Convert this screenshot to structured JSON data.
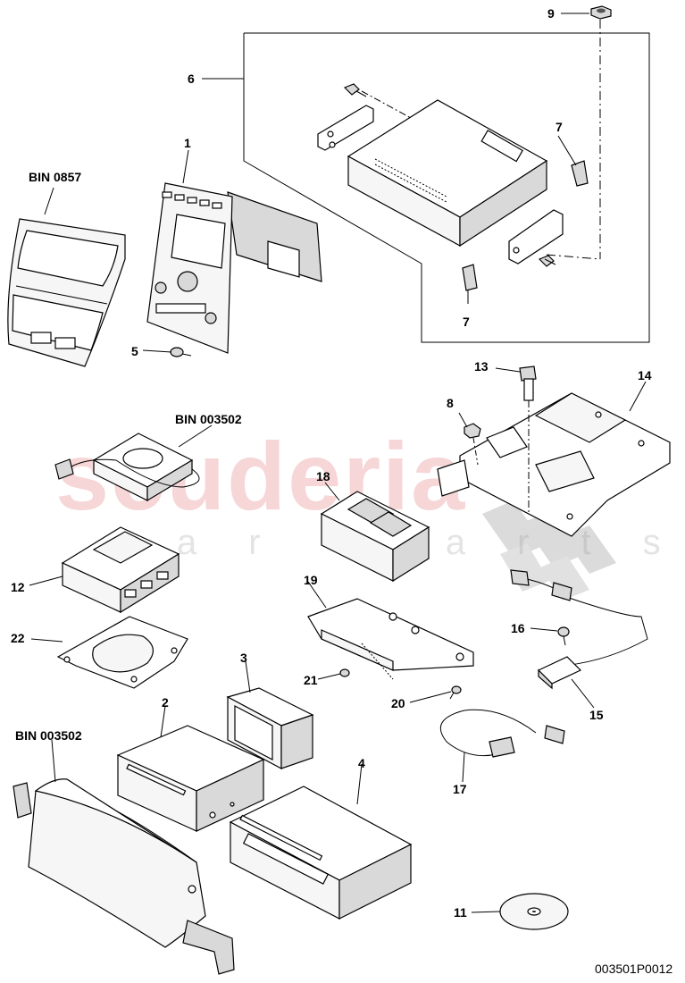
{
  "diagram": {
    "watermark": {
      "main": "scuderia",
      "sub": "car parts"
    },
    "document_number": "003501P0012",
    "labels": {
      "bin_0857": "BIN 0857",
      "bin_003502_upper": "BIN 003502",
      "bin_003502_lower": "BIN 003502",
      "n1": "1",
      "n2": "2",
      "n3": "3",
      "n4": "4",
      "n5": "5",
      "n6": "6",
      "n7a": "7",
      "n7b": "7",
      "n8": "8",
      "n9": "9",
      "n11": "11",
      "n12": "12",
      "n13": "13",
      "n14": "14",
      "n15": "15",
      "n16": "16",
      "n17": "17",
      "n18": "18",
      "n19": "19",
      "n20": "20",
      "n21": "21",
      "n22": "22"
    }
  }
}
